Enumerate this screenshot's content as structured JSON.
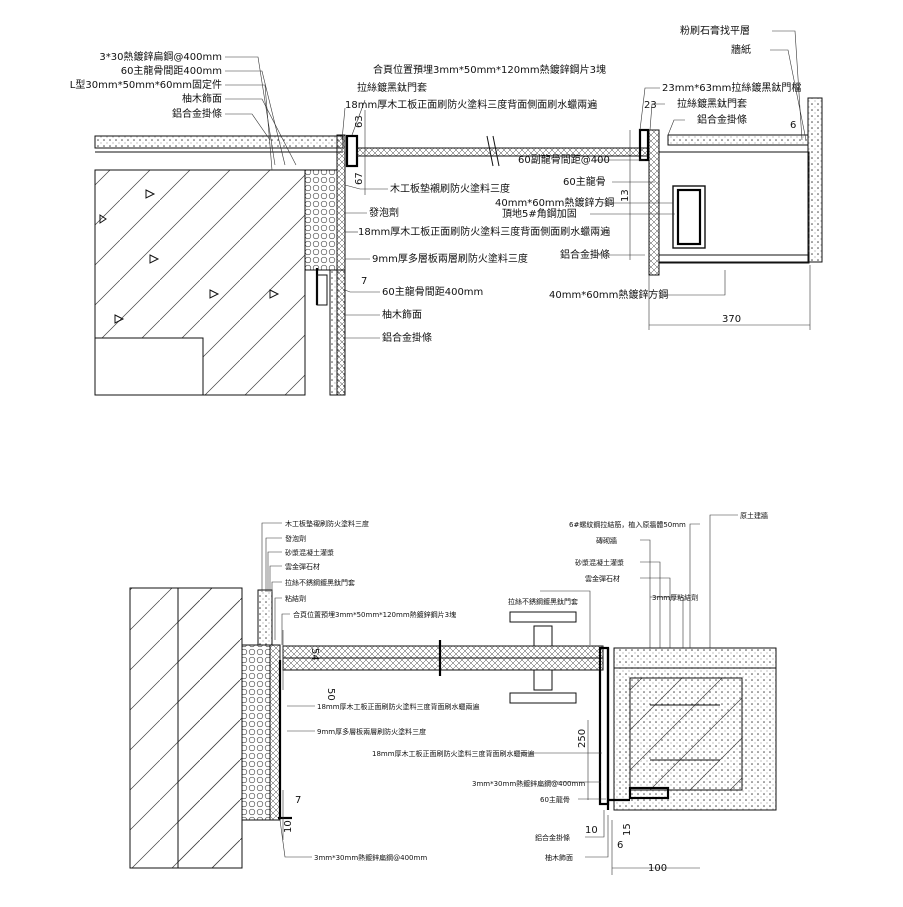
{
  "top_detail": {
    "labels_left": [
      "3*30熱鍍鋅扁鋼@400mm",
      "60主龍骨間距400mm",
      "L型30mm*50mm*60mm固定件",
      "柚木飾面",
      "鋁合金掛條"
    ],
    "labels_center_top": [
      "合頁位置預埋3mm*50mm*120mm熱鍍鋅鋼片3塊",
      "拉絲鍍黑鈦門套",
      "18mm厚木工板正面刷防火塗料三度背面側面刷水蠟兩遍"
    ],
    "labels_center_mid": [
      "木工板墊襯刷防火塗料三度",
      "發泡劑",
      "18mm厚木工板正面刷防火塗料三度背面側面刷水蠟兩遍",
      "9mm厚多層板兩層刷防火塗料三度"
    ],
    "labels_center_bottom": [
      "60主龍骨間距400mm",
      "柚木飾面",
      "鋁合金掛條"
    ],
    "labels_right_top": [
      "粉刷石膏找平層",
      "牆紙",
      "23mm*63mm拉絲鍍黑鈦門檔",
      "拉絲鍍黑鈦門套",
      "鋁合金掛條"
    ],
    "labels_right_mid": [
      "60副龍骨間距@400",
      "60主龍骨",
      "40mm*60mm熱鍍鋅方鋼",
      "頂地5#角鋼加固",
      "鋁合金掛條",
      "40mm*60mm熱鍍鋅方鋼"
    ],
    "dims": [
      "63",
      "67",
      "7",
      "6",
      "23",
      "13",
      "370"
    ]
  },
  "bottom_detail": {
    "labels_left": [
      "木工板墊襯刷防火塗料三度",
      "發泡劑",
      "砂漿混凝土灌漿",
      "雲金彈石材",
      "拉絲不銹鋼鍍黑鈦門套",
      "粘結劑",
      "合頁位置預埋3mm*50mm*120mm熱鍍鋅鋼片3塊"
    ],
    "labels_mid": [
      "18mm厚木工板正面刷防火塗料三度背面刷水蠟兩遍",
      "9mm厚多層板兩層刷防火塗料三度",
      "18mm厚木工板正面刷防火塗料三度背面刷水蠟兩遍"
    ],
    "labels_bottom_left": [
      "3mm*30mm熱鍍鋅扁鋼@400mm"
    ],
    "labels_right": [
      "原土建牆",
      "6#螺紋鋼拉結筋，植入原牆體50mm",
      "磚砌牆",
      "砂漿混凝土灌漿",
      "雲金彈石材",
      "3mm厚粘結劑"
    ],
    "labels_top_center": [
      "拉絲不銹鋼鍍黑鈦門套"
    ],
    "labels_bottom_right": [
      "3mm*30mm熱鍍鋅扁鋼@400mm",
      "60主龍骨",
      "鋁合金掛條",
      "柚木飾面"
    ],
    "dims": [
      "54",
      "50",
      "7",
      "10",
      "250",
      "10",
      "15",
      "6",
      "100"
    ]
  }
}
